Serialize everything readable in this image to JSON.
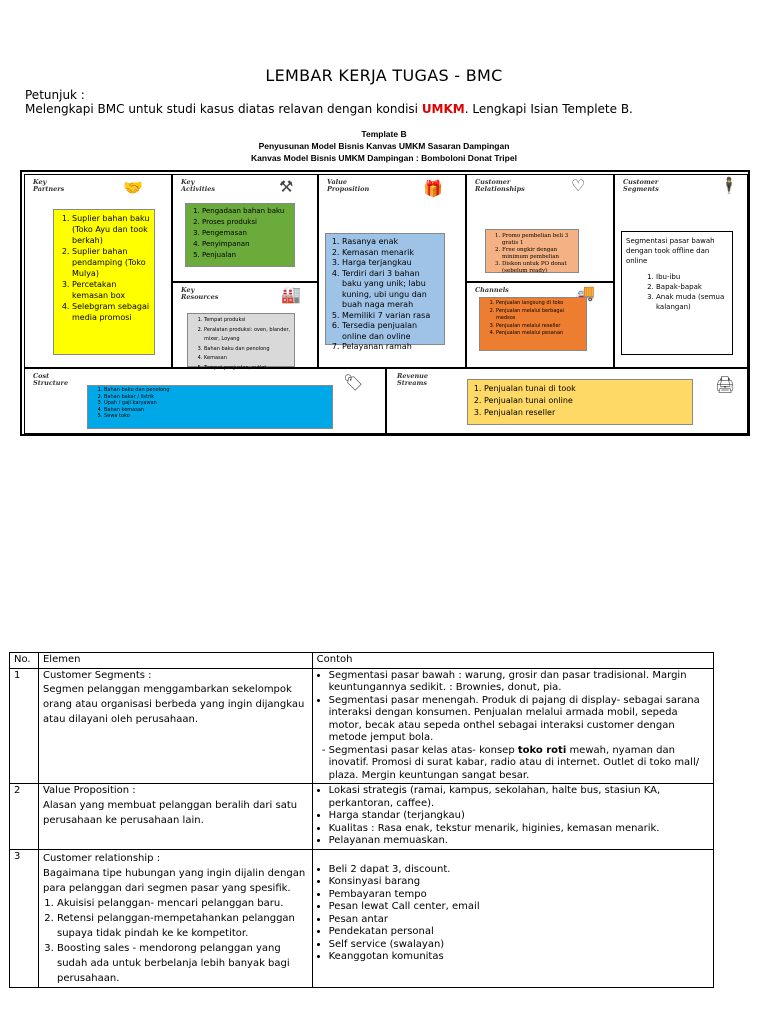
{
  "header": {
    "title": "LEMBAR KERJA TUGAS  - BMC",
    "instruction_heading": "Petunjuk :",
    "instruction_pre": "Melengkapi BMC untuk studi kasus diatas relavan   dengan kondisi ",
    "instruction_highlight": "UMKM",
    "instruction_post": ". Lengkapi Isian Templete B."
  },
  "template": {
    "line1": "Template B",
    "line2": "Penyusunan Model Bisnis Kanvas UMKM Sasaran Dampingan",
    "line3": "Kanvas Model Bisnis UMKM Dampingan  : Bomboloni Donat Tripel"
  },
  "bmc": {
    "key_partners": {
      "title_1": "Key",
      "title_2": "Partners",
      "icon": "handshake-icon",
      "items": [
        "Suplier bahan baku (Toko Ayu dan took berkah)",
        "Suplier bahan pendamping (Toko Mulya)",
        "Percetakan kemasan box",
        "Selebgram sebagai media promosi"
      ]
    },
    "key_activities": {
      "title_1": "Key",
      "title_2": "Activities",
      "icon": "worker-icon",
      "items": [
        "Pengadaan bahan baku",
        "Proses produksi",
        "Pengemasan",
        "Penyimpanan",
        "Penjualan"
      ]
    },
    "key_resources": {
      "title_1": "Key",
      "title_2": "Resources",
      "icon": "factory-icon",
      "items": [
        "Tempat produksi",
        "Peralatan produksi: oven, blander, mixer, Loyang",
        "Bahan baku dan penolong",
        "Kemasan",
        "Tempat penjualan, outlet"
      ]
    },
    "value_proposition": {
      "title_1": "Value",
      "title_2": "Proposition",
      "icon": "gift-icon",
      "items": [
        "Rasanya enak",
        "Kemasan menarik",
        "Harga terjangkau",
        "Terdiri dari 3 bahan baku yang unik; labu kuning, ubi ungu dan buah naga merah",
        "Memiliki 7 varian rasa",
        "Tersedia penjualan online dan ovline",
        "Pelayanan ramah"
      ]
    },
    "customer_relationships": {
      "title_1": "Customer",
      "title_2": "Relationships",
      "icon": "heart-icon",
      "items": [
        "Promo pembelian beli 3 gratis 1",
        "Free ongkir dengan minimum pembelian",
        "Diskon untuk PO donat (sebelum ready)"
      ]
    },
    "channels": {
      "title": "Channels",
      "icon": "truck-icon",
      "items": [
        "Penjualan langsung di toko",
        "Penjualan melalui berbagai medsos",
        "Penjualan melalui reseller",
        "Penjualan melalui pesanan"
      ]
    },
    "customer_segments": {
      "title_1": "Customer",
      "title_2": "Segments",
      "icon": "person-icon",
      "intro": "Segmentasi pasar bawah dengan took offline dan online",
      "items": [
        "Ibu-ibu",
        "Bapak-bapak",
        "Anak muda (semua kalangan)"
      ]
    },
    "cost_structure": {
      "title_1": "Cost",
      "title_2": "Structure",
      "icon": "tag-icon",
      "items": [
        "Bahan baku dan penolong",
        "Bahan bakar / listrik",
        "Upah / gaji karyawan",
        "Bahan kemasan",
        "Sewa toko"
      ]
    },
    "revenue_streams": {
      "title_1": "Revenue",
      "title_2": "Streams",
      "icon": "cash-register-icon",
      "items": [
        "Penjualan tunai di took",
        "Penjualan tunai online",
        "Penjualan reseller"
      ]
    }
  },
  "table": {
    "headers": [
      "No.",
      "Elemen",
      "Contoh"
    ],
    "rows": [
      {
        "no": "1",
        "element_title": "Customer Segments :",
        "element_desc": "Segmen pelanggan menggambarkan sekelompok orang atau organisasi berbeda yang ingin dijangkau atau dilayani oleh perusahaan.",
        "examples": [
          "Segmentasi pasar bawah :  warung, grosir dan pasar tradisional. Margin keuntungannya sedikit. : Brownies, donut, pia.",
          "Segmentasi pasar menengah.  Produk di pajang di display- sebagai sarana interaksi dengan konsumen. Penjualan melalui  armada mobil, sepeda motor, becak atau sepeda onthel sebagai interaksi customer dengan metode jemput bola."
        ],
        "example_dash_pre": "Segmentasi pasar kelas atas- konsep ",
        "example_dash_bold": "toko roti",
        "example_dash_post": "  mewah, nyaman dan inovatif.  Promosi di surat kabar, radio atau di internet.  Outlet di toko mall/ plaza. Mergin keuntungan sangat besar."
      },
      {
        "no": "2",
        "element_title": "Value Proposition  :",
        "element_desc": "Alasan yang membuat pelanggan beralih dari satu perusahaan ke perusahaan lain.",
        "examples": [
          "Lokasi strategis (ramai, kampus, sekolahan, halte bus, stasiun KA, perkantoran, caffee).",
          "Harga standar (terjangkau)",
          "Kualitas : Rasa enak, tekstur menarik, higinies, kemasan menarik.",
          "Pelayanan memuaskan."
        ]
      },
      {
        "no": "3",
        "element_title": "Customer relationship :",
        "element_desc": "Bagaimana tipe hubungan yang ingin dijalin dengan para pelanggan dari segmen pasar yang spesifik.",
        "element_list": [
          "Akuisisi pelanggan- mencari pelanggan baru.",
          "Retensi pelanggan-mempetahankan pelanggan supaya tidak pindah ke  ke kompetitor.",
          "Boosting sales - mendorong pelanggan yang sudah ada untuk berbelanja lebih banyak bagi perusahaan."
        ],
        "examples": [
          "Beli 2 dapat 3, discount.",
          "Konsinyasi barang",
          "Pembayaran tempo",
          "Pesan lewat  Call center, email",
          "Pesan antar",
          "Pendekatan personal",
          "Self service (swalayan)",
          "Keanggotan komunitas"
        ]
      }
    ]
  }
}
